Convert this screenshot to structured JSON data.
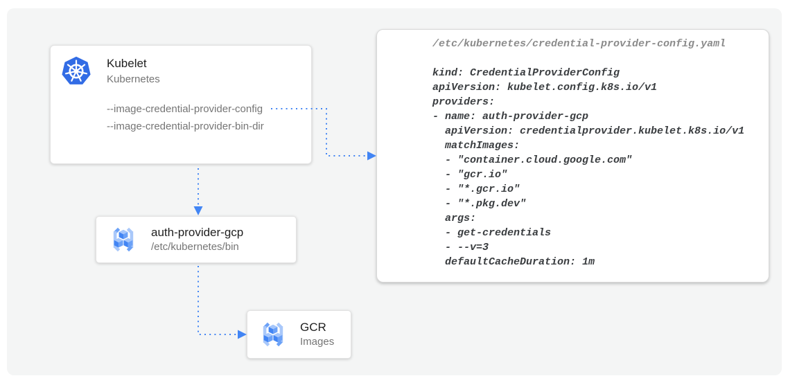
{
  "diagram": {
    "kubelet": {
      "title": "Kubelet",
      "subtitle": "Kubernetes",
      "flags": [
        "--image-credential-provider-config",
        "--image-credential-provider-bin-dir"
      ]
    },
    "auth_provider": {
      "title": "auth-provider-gcp",
      "subtitle": "/etc/kubernetes/bin"
    },
    "gcr": {
      "title": "GCR",
      "subtitle": "Images"
    },
    "icons": {
      "kubelet": "kubernetes-logo",
      "auth_provider": "gcr-cubes-icon",
      "gcr": "gcr-cubes-icon"
    },
    "arrows": [
      {
        "from": "kubelet-config-flag",
        "to": "config-panel",
        "style": "dotted"
      },
      {
        "from": "kubelet",
        "to": "auth-provider-gcp",
        "style": "dotted"
      },
      {
        "from": "auth-provider-gcp",
        "to": "gcr",
        "style": "dotted"
      }
    ]
  },
  "config_panel": {
    "file_path": "/etc/kubernetes/credential-provider-config.yaml",
    "code": "kind: CredentialProviderConfig\napiVersion: kubelet.config.k8s.io/v1\nproviders:\n- name: auth-provider-gcp\n  apiVersion: credentialprovider.kubelet.k8s.io/v1\n  matchImages:\n  - \"container.cloud.google.com\"\n  - \"gcr.io\"\n  - \"*.gcr.io\"\n  - \"*.pkg.dev\"\n  args:\n  - get-credentials\n  - --v=3\n  defaultCacheDuration: 1m"
  },
  "colors": {
    "arrow_blue": "#4285f4",
    "kubernetes_blue": "#326ce5",
    "cube_left": "#4285f4",
    "cube_right": "#6ba1f7",
    "cube_top": "#a5c6fb",
    "bracket_light": "#a9c8fa",
    "bracket_medium": "#6ba1f7",
    "panel_background": "#f4f5f5",
    "card_background": "#ffffff",
    "title_text": "#212121",
    "muted_text": "#757575",
    "code_text": "#3a3d40",
    "code_path_text": "#8b8b8b"
  }
}
